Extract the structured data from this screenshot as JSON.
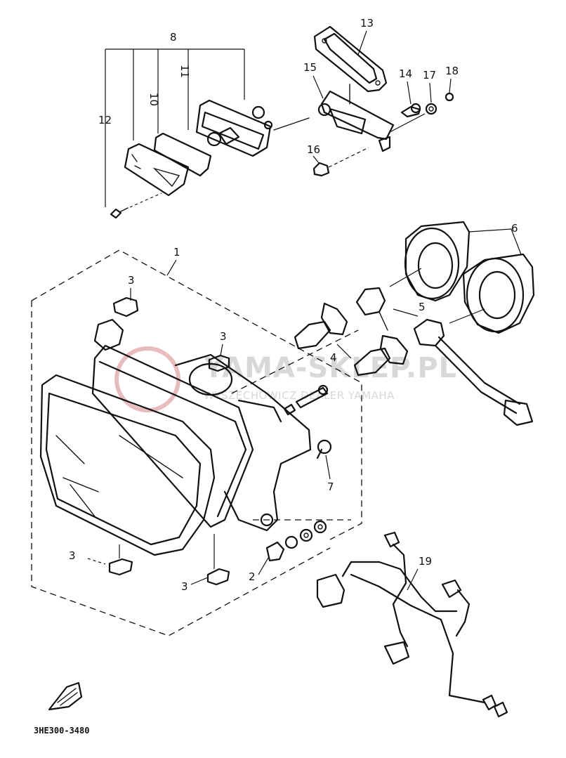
{
  "diagram": {
    "part_code": "3HE300-3480",
    "watermark": {
      "brand": "YAMA-SKLEP.PL",
      "tagline": "WYSZECHOWICZ DEALER YAMAHA"
    },
    "callouts": [
      {
        "id": "c1",
        "label": "1"
      },
      {
        "id": "c2",
        "label": "2"
      },
      {
        "id": "c3a",
        "label": "3"
      },
      {
        "id": "c3b",
        "label": "3"
      },
      {
        "id": "c3c",
        "label": "3"
      },
      {
        "id": "c3d",
        "label": "3"
      },
      {
        "id": "c4",
        "label": "4"
      },
      {
        "id": "c5",
        "label": "5"
      },
      {
        "id": "c6",
        "label": "6"
      },
      {
        "id": "c7",
        "label": "7"
      },
      {
        "id": "c8",
        "label": "8"
      },
      {
        "id": "c10",
        "label": "10"
      },
      {
        "id": "c11",
        "label": "11"
      },
      {
        "id": "c12",
        "label": "12"
      },
      {
        "id": "c13",
        "label": "13"
      },
      {
        "id": "c14",
        "label": "14"
      },
      {
        "id": "c15",
        "label": "15"
      },
      {
        "id": "c16",
        "label": "16"
      },
      {
        "id": "c17",
        "label": "17"
      },
      {
        "id": "c18",
        "label": "18"
      },
      {
        "id": "c19",
        "label": "19"
      }
    ]
  }
}
